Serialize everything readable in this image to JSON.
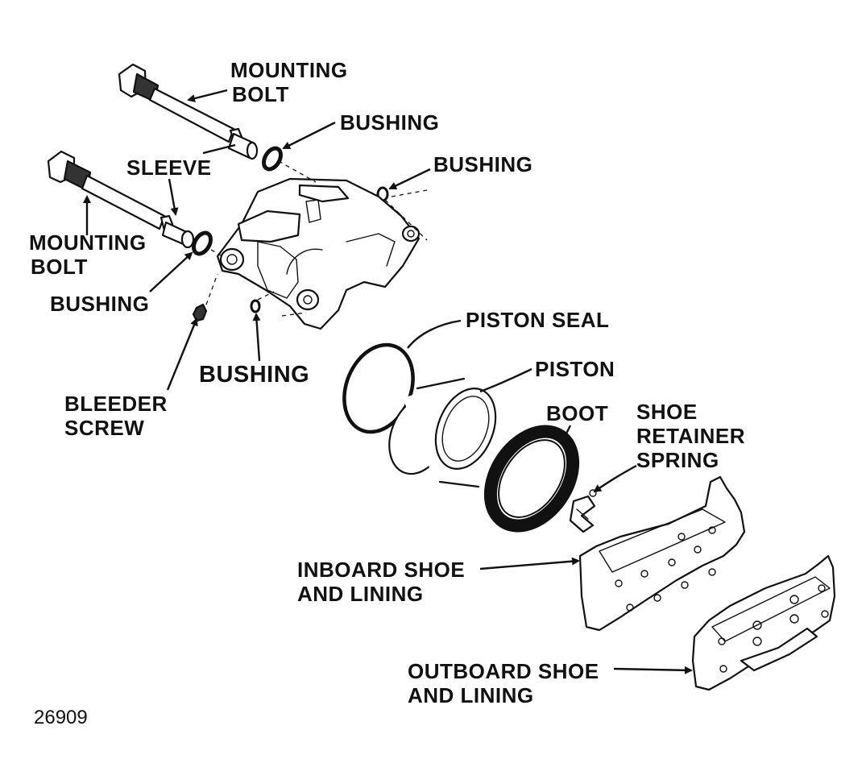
{
  "labels": {
    "mounting_bolt_top": [
      "MOUNTING",
      "BOLT"
    ],
    "bushing_top": "BUSHING",
    "bushing_right": "BUSHING",
    "sleeve": "SLEEVE",
    "mounting_bolt_left": [
      "MOUNTING",
      "BOLT"
    ],
    "bushing_left": "BUSHING",
    "bushing_bottom": "BUSHING",
    "bleeder_screw": [
      "BLEEDER",
      "SCREW"
    ],
    "piston_seal": "PISTON SEAL",
    "piston": "PISTON",
    "boot": "BOOT",
    "shoe_retainer_spring": [
      "SHOE",
      "RETAINER",
      "SPRING"
    ],
    "inboard_shoe": [
      "INBOARD SHOE",
      "AND LINING"
    ],
    "outboard_shoe": [
      "OUTBOARD SHOE",
      "AND LINING"
    ]
  },
  "figure_number": "26909",
  "colors": {
    "ink": "#111111",
    "background": "#ffffff"
  }
}
